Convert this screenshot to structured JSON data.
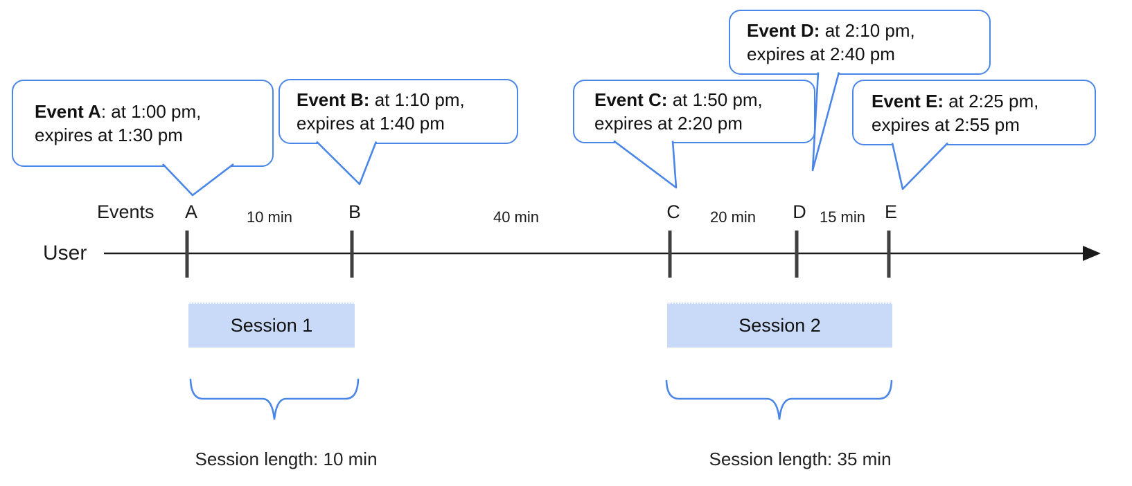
{
  "diagram": {
    "user_label": "User",
    "events_label": "Events"
  },
  "bubbles": [
    {
      "letter": "A",
      "bold": "Event A",
      "rest": ": at 1:00 pm,",
      "line2": "expires at 1:30 pm"
    },
    {
      "letter": "B",
      "bold": "Event B:",
      "rest": " at 1:10 pm,",
      "line2": "expires at 1:40 pm"
    },
    {
      "letter": "C",
      "bold": "Event C:",
      "rest": " at 1:50 pm,",
      "line2": "expires at 2:20 pm"
    },
    {
      "letter": "D",
      "bold": "Event D:",
      "rest": " at 2:10 pm,",
      "line2": "expires at 2:40 pm"
    },
    {
      "letter": "E",
      "bold": "Event E:",
      "rest": " at 2:25 pm,",
      "line2": "expires at 2:55 pm"
    }
  ],
  "ticks": [
    "A",
    "B",
    "C",
    "D",
    "E"
  ],
  "gaps": [
    "10 min",
    "40 min",
    "20 min",
    "15 min"
  ],
  "sessions": [
    {
      "label": "Session 1",
      "length_label": "Session length: 10 min"
    },
    {
      "label": "Session 2",
      "length_label": "Session length: 35 min"
    }
  ],
  "colors": {
    "accent_blue": "#4a86e8",
    "session_fill": "#c9daf8",
    "tick_gray": "#3f3f3f",
    "line_black": "#1a1a1a"
  }
}
